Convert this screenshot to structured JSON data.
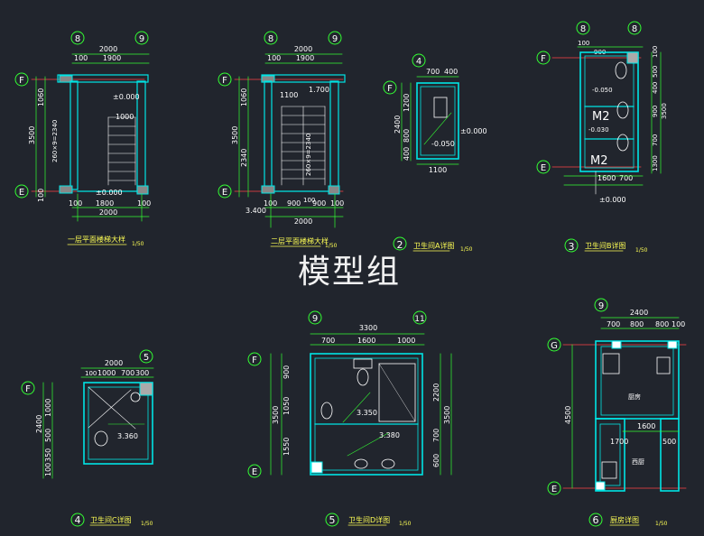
{
  "watermark": "模型组",
  "panels": [
    {
      "id": "p1",
      "title": "一层平面楼梯大样",
      "scale": "1/50",
      "grid_circles": [
        "8",
        "9",
        "F",
        "E"
      ],
      "dims_top": [
        "2000",
        "100",
        "1900"
      ],
      "dims_bottom": [
        "100",
        "1800",
        "100",
        "2000"
      ],
      "dims_left": [
        "1060",
        "3500",
        "100"
      ],
      "level_labels": [
        "±0.000",
        "1000",
        "±0.000"
      ],
      "stair_label": "260×9=2340"
    },
    {
      "id": "p2",
      "title": "二层平面楼梯大样",
      "scale": "1/50",
      "grid_circles": [
        "8",
        "9",
        "F",
        "E"
      ],
      "dims_top": [
        "2000",
        "100",
        "1900"
      ],
      "dims_bottom": [
        "100",
        "900",
        "100",
        "900",
        "100",
        "2000"
      ],
      "dims_left": [
        "1060",
        "3500",
        "2340"
      ],
      "level_labels": [
        "1.700",
        "1100",
        "3.400"
      ],
      "stair_label": "260×9=2340"
    },
    {
      "id": "p3",
      "number": "2",
      "title": "卫生间A详图",
      "scale": "1/50",
      "grid_circles": [
        "4",
        "F"
      ],
      "dims_top": [
        "700",
        "400"
      ],
      "dims_bottom": [
        "1100"
      ],
      "dims_left": [
        "2400",
        "1200",
        "800",
        "400"
      ],
      "level_labels": [
        "±0.000",
        "-0.050"
      ]
    },
    {
      "id": "p4",
      "number": "3",
      "title": "卫生间B详图",
      "scale": "1/50",
      "grid_circles": [
        "8",
        "8",
        "F",
        "E"
      ],
      "dims_top": [
        "100",
        "900",
        "700"
      ],
      "dims_bottom": [
        "1600"
      ],
      "dims_right": [
        "100",
        "500",
        "400",
        "900",
        "3500",
        "700",
        "1300"
      ],
      "level_labels": [
        "-0.050",
        "M2",
        "-0.030",
        "M2",
        "±0.000"
      ]
    },
    {
      "id": "p5",
      "number": "4",
      "title": "卫生间C详图",
      "scale": "1/50",
      "grid_circles": [
        "5",
        "F"
      ],
      "dims_top": [
        "2000",
        "100",
        "1000",
        "700",
        "300"
      ],
      "dims_left": [
        "2400",
        "1000",
        "500",
        "350",
        "100"
      ],
      "level_labels": [
        "3.360"
      ]
    },
    {
      "id": "p6",
      "number": "5",
      "title": "卫生间D详图",
      "scale": "1/50",
      "grid_circles": [
        "9",
        "11",
        "F",
        "E"
      ],
      "dims_top": [
        "3300",
        "700",
        "1600",
        "1000"
      ],
      "dims_left": [
        "900",
        "3500",
        "1050",
        "1550"
      ],
      "dims_right": [
        "2200",
        "3500",
        "700",
        "600"
      ],
      "level_labels": [
        "3.350",
        "3.380"
      ]
    },
    {
      "id": "p7",
      "number": "6",
      "title": "厨房详图",
      "scale": "1/50",
      "grid_circles": [
        "9",
        "G",
        "E"
      ],
      "dims_top": [
        "2400",
        "700",
        "800",
        "800",
        "100"
      ],
      "dims_left": [
        "4500"
      ],
      "dims_mid": [
        "1600",
        "1700",
        "500"
      ],
      "room_labels": [
        "厨房",
        "西厨"
      ]
    }
  ],
  "colors": {
    "background": "#21252d",
    "wall": "#00e5e5",
    "dimension": "#33ff33",
    "annotation": "#ffffff",
    "gridline": "#ff4444",
    "hatch": "#ffffff",
    "leader": "#ffff55"
  }
}
